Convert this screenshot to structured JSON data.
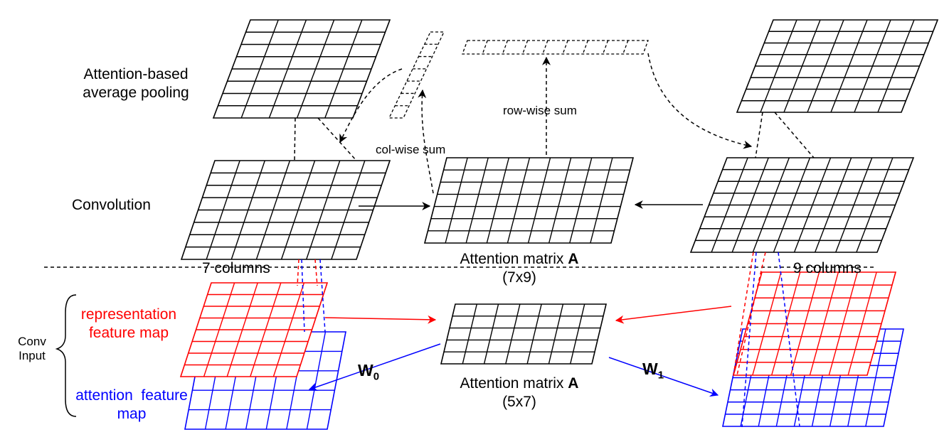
{
  "labels": {
    "pooling_line1": "Attention-based",
    "pooling_line2": "average pooling",
    "convolution": "Convolution",
    "col_wise_sum": "col-wise sum",
    "row_wise_sum": "row-wise sum",
    "left_columns": "7 columns",
    "right_columns": "9 columns",
    "attention_matrix_top": "Attention matrix",
    "attention_matrix_top_symbol": "A",
    "attention_matrix_top_dims": "(7x9)",
    "attention_matrix_bottom": "Attention matrix",
    "attention_matrix_bottom_symbol": "A",
    "attention_matrix_bottom_dims": "(5x7)",
    "conv_input_line1": "Conv",
    "conv_input_line2": "Input",
    "representation_line1": "representation",
    "representation_line2": "feature map",
    "attention_fm_line1": "attention  feature",
    "attention_fm_line2": "map",
    "w0_letter": "W",
    "w0_index": "0",
    "w1_letter": "W",
    "w1_index": "1"
  },
  "grids": {
    "pool_left": {
      "rows": 8,
      "cols": 5,
      "color": "#000000"
    },
    "pool_right": {
      "rows": 8,
      "cols": 7,
      "color": "#000000"
    },
    "conv_left": {
      "rows": 8,
      "cols": 7,
      "color": "#000000"
    },
    "attention_top": {
      "rows": 7,
      "cols": 9,
      "color": "#000000"
    },
    "conv_right": {
      "rows": 8,
      "cols": 9,
      "color": "#000000"
    },
    "red_left": {
      "rows": 8,
      "cols": 5,
      "color": "#ff0000"
    },
    "blue_left": {
      "rows": 5,
      "cols": 7,
      "color": "#0000ff"
    },
    "attention_bottom": {
      "rows": 5,
      "cols": 7,
      "color": "#000000"
    },
    "blue_right": {
      "rows": 8,
      "cols": 9,
      "color": "#0000ff"
    },
    "red_right": {
      "rows": 8,
      "cols": 7,
      "color": "#ff0000"
    }
  },
  "vectors": {
    "col_sum_vector": {
      "cells": 7
    },
    "row_sum_vector": {
      "cells": 9
    }
  },
  "colors": {
    "black": "#000000",
    "red": "#ff0000",
    "blue": "#0000ff"
  }
}
